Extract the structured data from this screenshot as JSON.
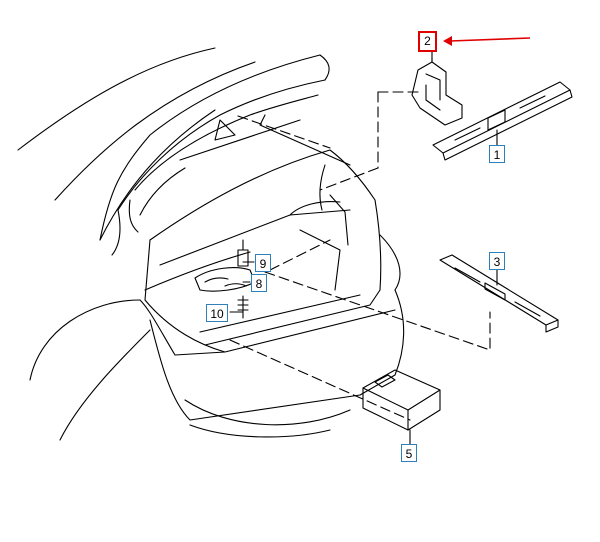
{
  "callouts": {
    "c1": "1",
    "c2": "2",
    "c3": "3",
    "c5": "5",
    "c8": "8",
    "c9": "9",
    "c10": "10"
  },
  "highlight_callout": "2",
  "colors": {
    "line": "#000000",
    "callout_border": "#2f7fb8",
    "highlight": "#e00000"
  }
}
